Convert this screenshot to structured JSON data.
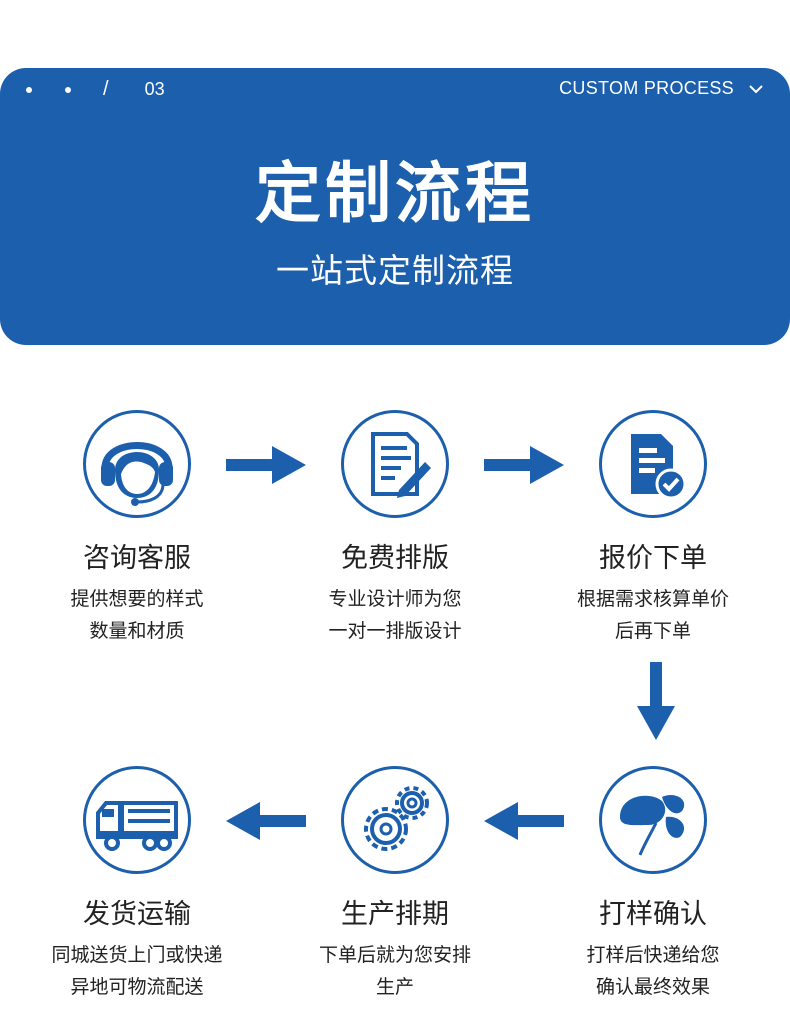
{
  "header": {
    "index": "03",
    "slash": "/",
    "english_label": "CUSTOM PROCESS",
    "title": "定制流程",
    "subtitle": "一站式定制流程"
  },
  "steps": [
    {
      "title": "咨询客服",
      "desc1": "提供想要的样式",
      "desc2": "数量和材质",
      "icon": "headset-agent-icon"
    },
    {
      "title": "免费排版",
      "desc1": "专业设计师为您",
      "desc2": "一对一排版设计",
      "icon": "document-pen-icon"
    },
    {
      "title": "报价下单",
      "desc1": "根据需求核算单价",
      "desc2": "后再下单",
      "icon": "document-check-icon"
    },
    {
      "title": "打样确认",
      "desc1": "打样后快递给您",
      "desc2": "确认最终效果",
      "icon": "leaf-sample-icon"
    },
    {
      "title": "生产排期",
      "desc1": "下单后就为您安排",
      "desc2": "生产",
      "icon": "gears-icon"
    },
    {
      "title": "发货运输",
      "desc1": "同城送货上门或快递",
      "desc2": "异地可物流配送",
      "icon": "truck-icon"
    }
  ],
  "colors": {
    "brand": "#1b5fad",
    "text": "#222222"
  }
}
